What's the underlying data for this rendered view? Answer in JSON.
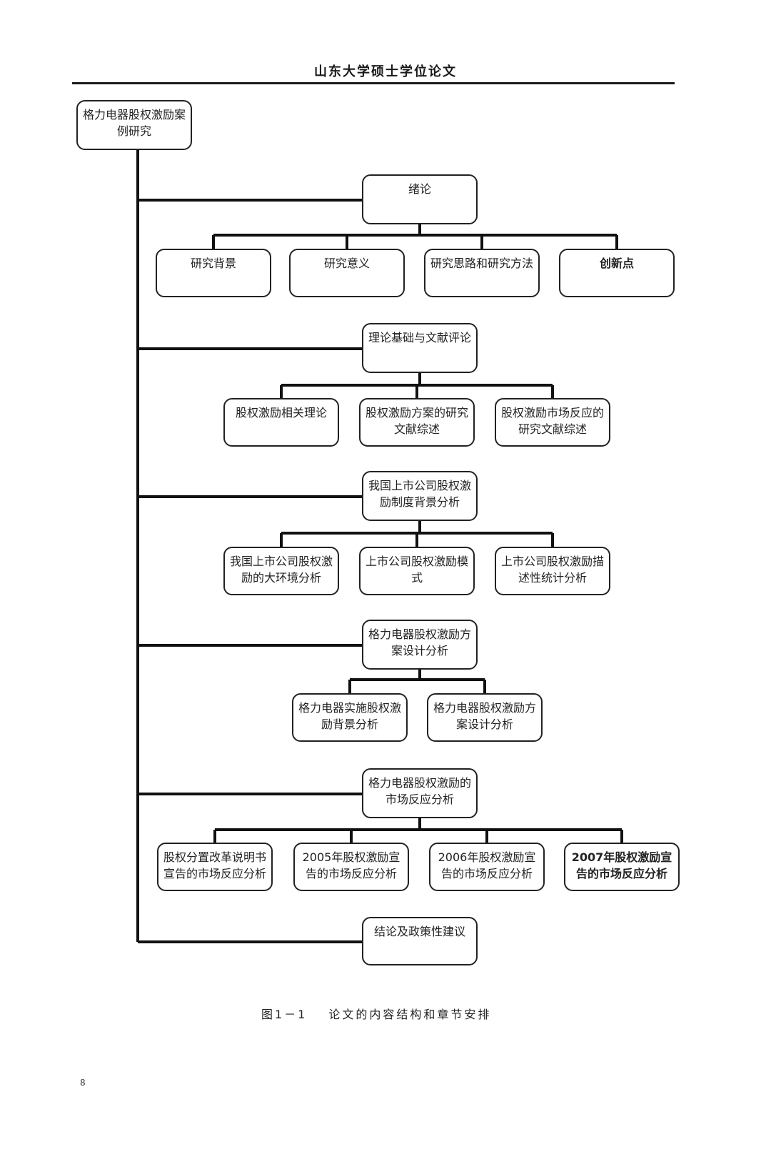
{
  "header": {
    "title": "山东大学硕士学位论文"
  },
  "root": "格力电器股权激励案例研究",
  "chapters": [
    {
      "title": "绪论",
      "subs": [
        "研究背景",
        "研究意义",
        "研究思路和研究方法",
        "创新点"
      ]
    },
    {
      "title": "理论基础与文献评论",
      "subs": [
        "股权激励相关理论",
        "股权激励方案的研究文献综述",
        "股权激励市场反应的研究文献综述"
      ]
    },
    {
      "title": "我国上市公司股权激励制度背景分析",
      "subs": [
        "我国上市公司股权激励的大环境分析",
        "上市公司股权激励模式",
        "上市公司股权激励描述性统计分析"
      ]
    },
    {
      "title": "格力电器股权激励方案设计分析",
      "subs": [
        "格力电器实施股权激励背景分析",
        "格力电器股权激励方案设计分析"
      ]
    },
    {
      "title": "格力电器股权激励的市场反应分析",
      "subs": [
        "股权分置改革说明书宣告的市场反应分析",
        "2005年股权激励宣告的市场反应分析",
        "2006年股权激励宣告的市场反应分析",
        "2007年股权激励宣告的市场反应分析"
      ]
    },
    {
      "title": "结论及政策性建议",
      "subs": []
    }
  ],
  "caption": {
    "label": "图1－1",
    "text": "论文的内容结构和章节安排"
  },
  "page_number": "8"
}
